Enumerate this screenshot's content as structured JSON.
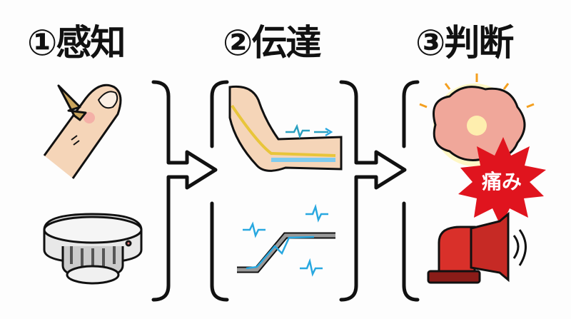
{
  "steps": [
    {
      "label": "①感知"
    },
    {
      "label": "②伝達"
    },
    {
      "label": "③判断"
    }
  ],
  "pain_label": "痛み",
  "colors": {
    "text": "#111111",
    "wave": "#29a8e0",
    "alarm": "#d9302a",
    "burst": "#e0141e",
    "skin": "#f5d5b8"
  }
}
